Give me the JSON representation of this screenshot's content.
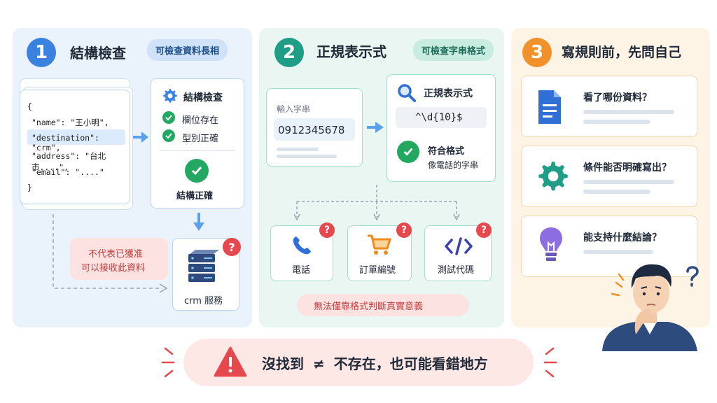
{
  "step1": {
    "number": "1",
    "title": "結構檢查",
    "pill": "可檢查資料長相",
    "code": {
      "open": "{",
      "line1": "\"name\": \"王小明\",",
      "line2": "\"destination\": \"crm\",",
      "line3": "\"address\": \"台北市....\",",
      "line4": "\"email\": \"....\"",
      "close": "}"
    },
    "check_card": {
      "title": "結構檢查",
      "item1": "欄位存在",
      "item2": "型別正確",
      "result": "結構正確"
    },
    "note_line1": "不代表已獲准",
    "note_line2": "可以接收此資料",
    "server_label": "crm 服務"
  },
  "step2": {
    "number": "2",
    "title": "正規表示式",
    "pill": "可檢查字串格式",
    "input_label": "輸入字串",
    "input_value": "0912345678",
    "regex_title": "正規表示式",
    "regex_pattern": "^\\d{10}$",
    "match_title": "符合格式",
    "match_sub": "像電話的字串",
    "options": [
      {
        "label": "電話",
        "icon": "phone-icon"
      },
      {
        "label": "訂單編號",
        "icon": "cart-icon"
      },
      {
        "label": "測試代碼",
        "icon": "code-icon"
      }
    ],
    "warning": "無法僅靠格式判斷真實意義"
  },
  "step3": {
    "number": "3",
    "title": "寫規則前，先問自己",
    "questions": [
      {
        "label": "看了哪份資料？",
        "icon": "document-icon"
      },
      {
        "label": "條件能否明確寫出？",
        "icon": "gear-icon"
      },
      {
        "label": "能支持什麼結論？",
        "icon": "lightbulb-icon"
      }
    ]
  },
  "bottom": {
    "text_part1": "沒找到",
    "neq": "≠",
    "text_part2": "不存在，也可能看錯地方"
  },
  "colors": {
    "blue": "#3b82e0",
    "teal": "#1f9d86",
    "orange": "#f0912a",
    "red": "#e5484d",
    "green": "#22a860"
  }
}
